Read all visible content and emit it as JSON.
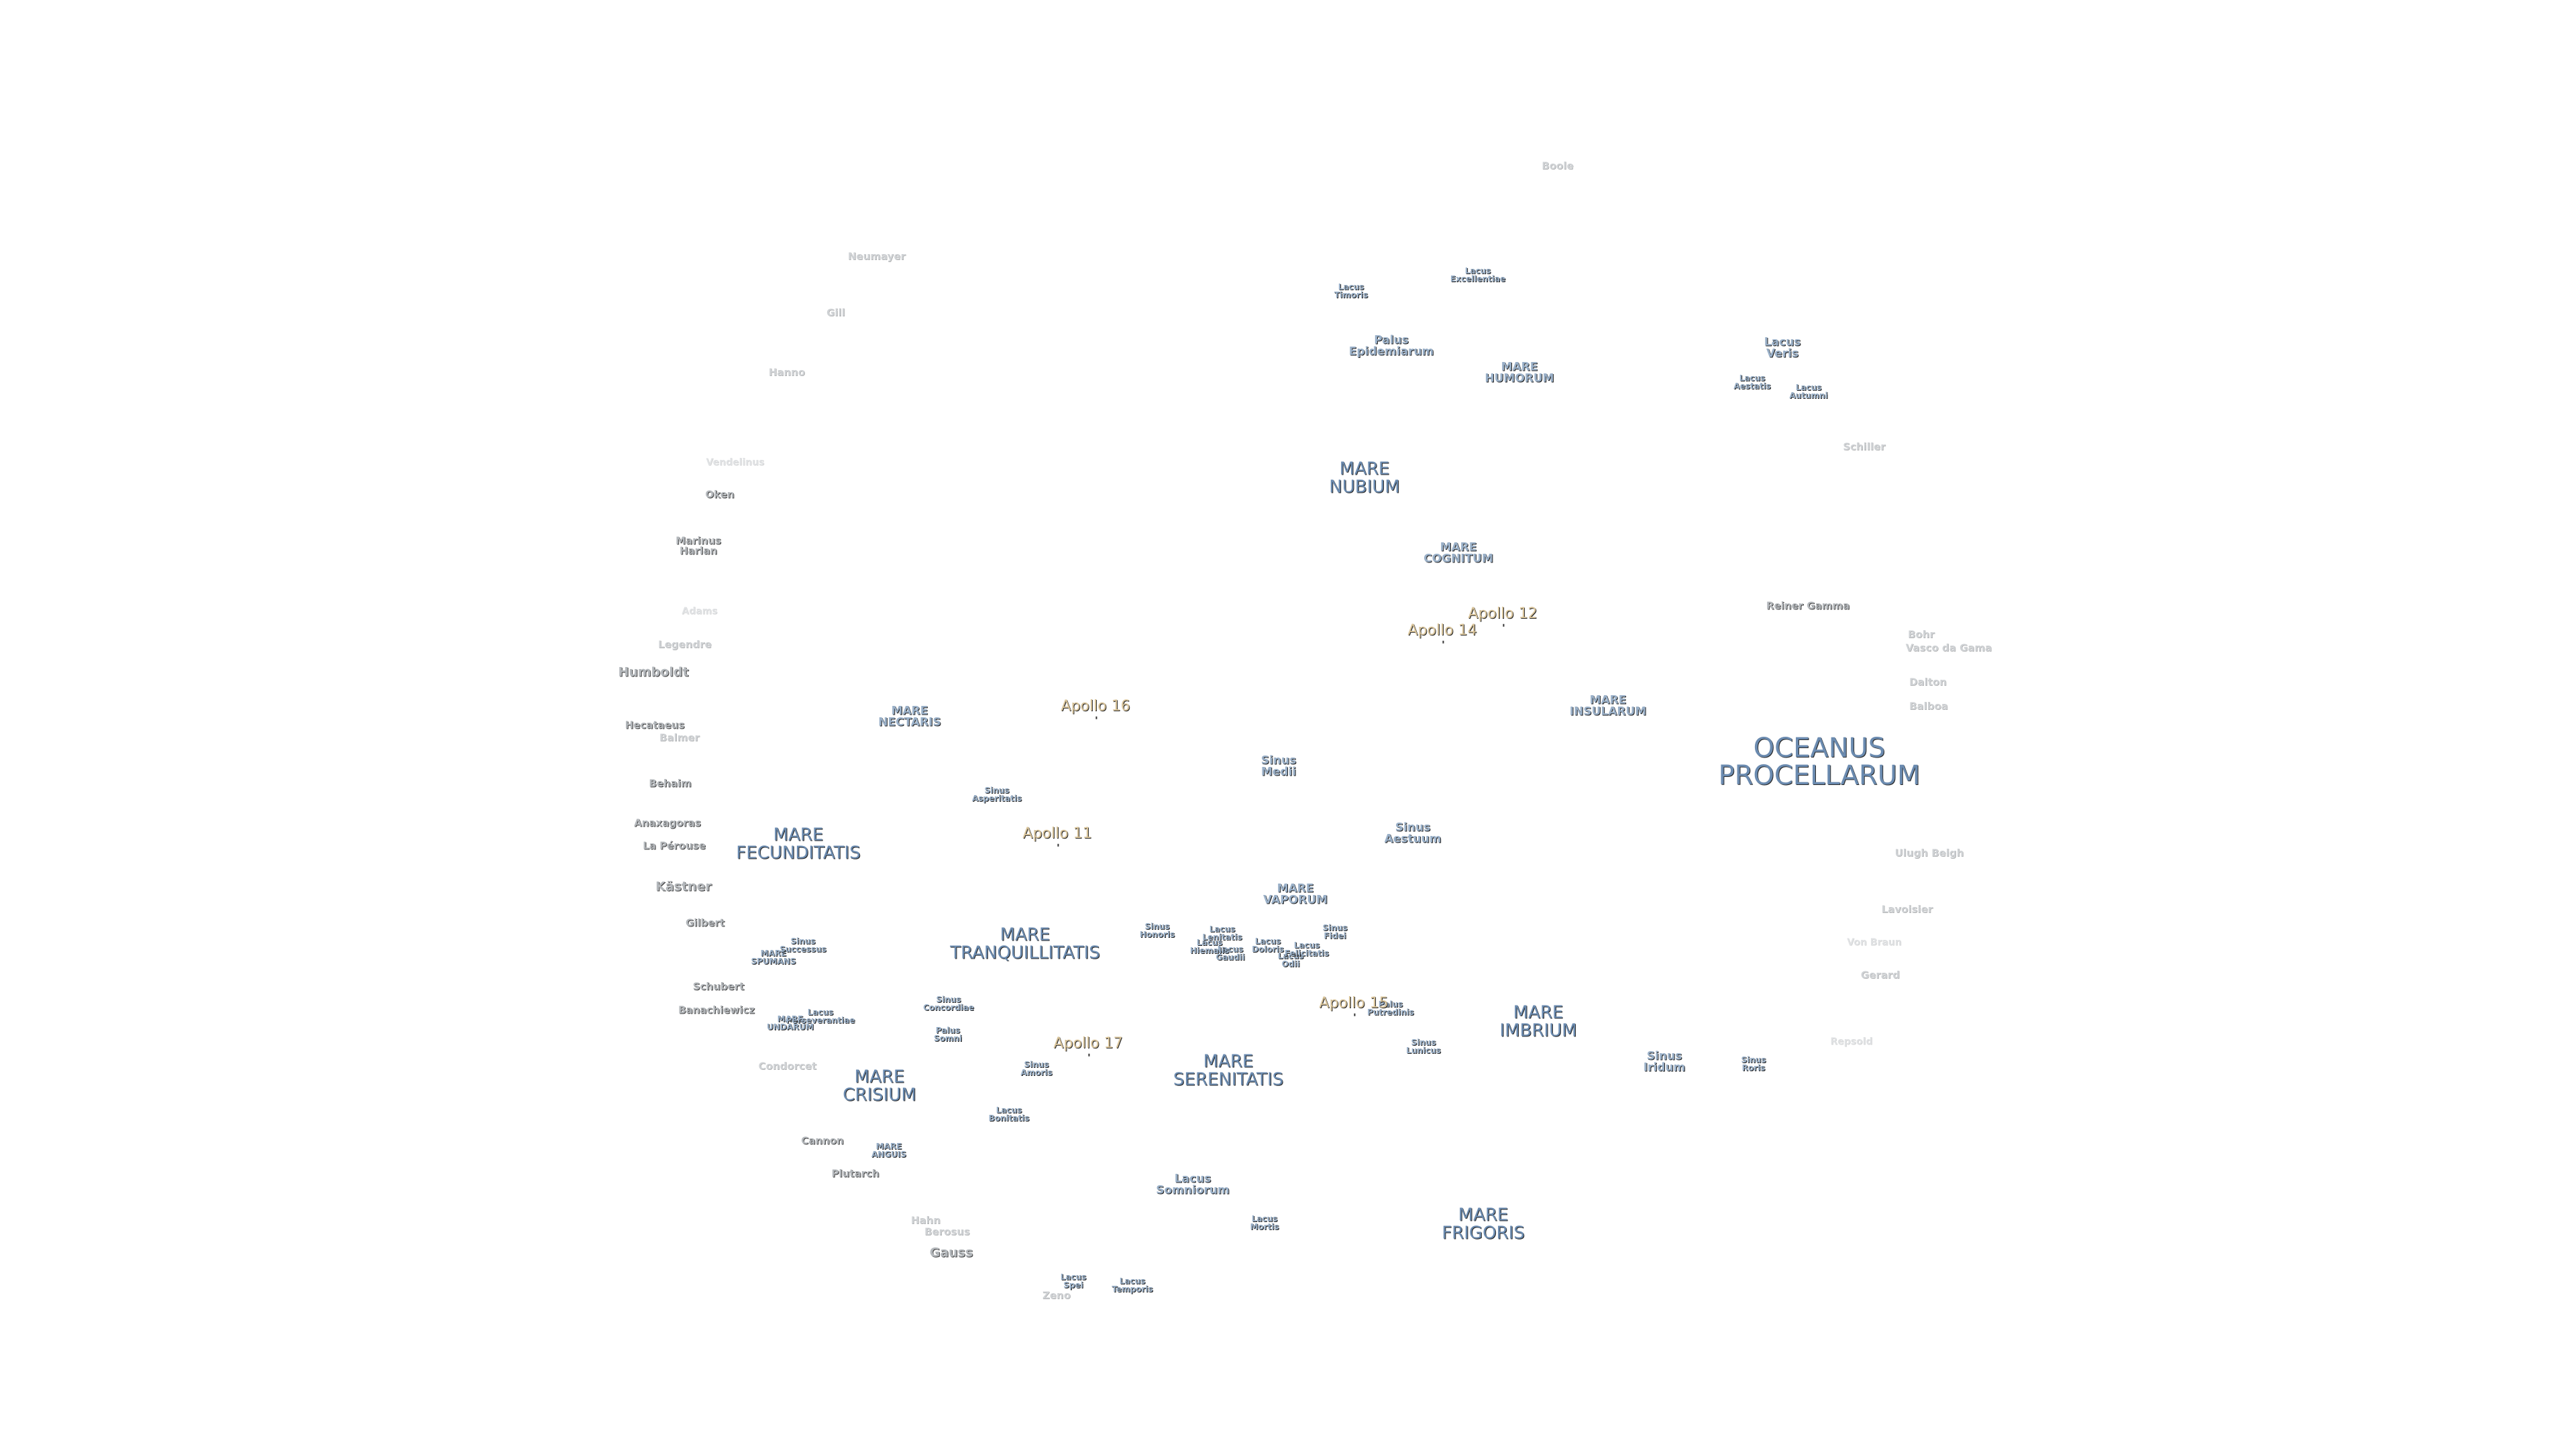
{
  "maria": [
    {
      "id": "oceanus-procellarum",
      "lines": [
        "OCEANUS",
        "PROCELLARUM"
      ]
    },
    {
      "id": "mare-imbrium",
      "lines": [
        "MARE",
        "IMBRIUM"
      ]
    },
    {
      "id": "mare-frigoris",
      "lines": [
        "MARE",
        "FRIGORIS"
      ]
    },
    {
      "id": "mare-serenitatis",
      "lines": [
        "MARE",
        "SERENITATIS"
      ]
    },
    {
      "id": "mare-tranquillitatis",
      "lines": [
        "MARE",
        "TRANQUILLITATIS"
      ]
    },
    {
      "id": "mare-fecunditatis",
      "lines": [
        "MARE",
        "FECUNDITATIS"
      ]
    },
    {
      "id": "mare-crisium",
      "lines": [
        "MARE",
        "CRISIUM"
      ]
    },
    {
      "id": "mare-nubium",
      "lines": [
        "MARE",
        "NUBIUM"
      ]
    },
    {
      "id": "mare-humorum",
      "lines": [
        "MARE",
        "HUMORUM"
      ]
    },
    {
      "id": "mare-insularum",
      "lines": [
        "MARE",
        "INSULARUM"
      ]
    },
    {
      "id": "mare-cognitum",
      "lines": [
        "MARE",
        "COGNITUM"
      ]
    },
    {
      "id": "mare-nectaris",
      "lines": [
        "MARE",
        "NECTARIS"
      ]
    },
    {
      "id": "mare-vaporum",
      "lines": [
        "MARE",
        "VAPORUM"
      ]
    },
    {
      "id": "mare-spumans",
      "lines": [
        "MARE",
        "SPUMANS"
      ]
    },
    {
      "id": "mare-undarum",
      "lines": [
        "MARE",
        "UNDARUM"
      ]
    },
    {
      "id": "mare-anguis",
      "lines": [
        "MARE",
        "ANGUIS"
      ]
    }
  ],
  "minor_features": [
    {
      "id": "lacus-veris",
      "lines": [
        "Lacus",
        "Veris"
      ],
      "size": "minor"
    },
    {
      "id": "lacus-somniorum",
      "lines": [
        "Lacus",
        "Somniorum"
      ],
      "size": "minor"
    },
    {
      "id": "palus-epidemiarum",
      "lines": [
        "Palus",
        "Epidemiarum"
      ],
      "size": "minor"
    },
    {
      "id": "sinus-medii",
      "lines": [
        "Sinus",
        "Medii"
      ],
      "size": "minor"
    },
    {
      "id": "sinus-aestuum",
      "lines": [
        "Sinus",
        "Aestuum"
      ],
      "size": "minor"
    },
    {
      "id": "sinus-iridum",
      "lines": [
        "Sinus",
        "Iridum"
      ],
      "size": "minor"
    },
    {
      "id": "lacus-timoris",
      "lines": [
        "Lacus",
        "Timoris"
      ],
      "size": "tiny"
    },
    {
      "id": "lacus-excellentiae",
      "lines": [
        "Lacus",
        "Excellentiae"
      ],
      "size": "tiny"
    },
    {
      "id": "lacus-autumni",
      "lines": [
        "Lacus",
        "Autumni"
      ],
      "size": "tiny"
    },
    {
      "id": "lacus-aestatis",
      "lines": [
        "Lacus",
        "Aestatis"
      ],
      "size": "tiny"
    },
    {
      "id": "sinus-asperitatis",
      "lines": [
        "Sinus",
        "Asperitatis"
      ],
      "size": "tiny"
    },
    {
      "id": "sinus-roris",
      "lines": [
        "Sinus",
        "Roris"
      ],
      "size": "tiny"
    },
    {
      "id": "sinus-lunicus",
      "lines": [
        "Sinus",
        "Lunicus"
      ],
      "size": "tiny"
    },
    {
      "id": "palus-putredinis",
      "lines": [
        "Palus",
        "Putredinis"
      ],
      "size": "tiny"
    },
    {
      "id": "sinus-fidei",
      "lines": [
        "Sinus",
        "Fidei"
      ],
      "size": "tiny"
    },
    {
      "id": "sinus-honoris",
      "lines": [
        "Sinus",
        "Honoris"
      ],
      "size": "tiny"
    },
    {
      "id": "lacus-doloris",
      "lines": [
        "Lacus",
        "Doloris"
      ],
      "size": "tiny"
    },
    {
      "id": "lacus-gaudii",
      "lines": [
        "Lacus",
        "Gaudii"
      ],
      "size": "tiny"
    },
    {
      "id": "lacus-lenitatis",
      "lines": [
        "Lacus",
        "Lenitatis"
      ],
      "size": "tiny"
    },
    {
      "id": "lacus-hiemalis",
      "lines": [
        "Lacus",
        "Hiemalis"
      ],
      "size": "tiny"
    },
    {
      "id": "lacus-odii",
      "lines": [
        "Lacus",
        "Odii"
      ],
      "size": "tiny"
    },
    {
      "id": "lacus-felicitatis",
      "lines": [
        "Lacus",
        "Felicitatis"
      ],
      "size": "tiny"
    },
    {
      "id": "sinus-successus",
      "lines": [
        "Sinus",
        "Successus"
      ],
      "size": "tiny"
    },
    {
      "id": "lacus-perseverantiae",
      "lines": [
        "Lacus",
        "Perseverantiae"
      ],
      "size": "tiny"
    },
    {
      "id": "sinus-concordiae",
      "lines": [
        "Sinus",
        "Concordiae"
      ],
      "size": "tiny"
    },
    {
      "id": "palus-somni",
      "lines": [
        "Palus",
        "Somni"
      ],
      "size": "tiny"
    },
    {
      "id": "sinus-amoris",
      "lines": [
        "Sinus",
        "Amoris"
      ],
      "size": "tiny"
    },
    {
      "id": "lacus-bonitatis",
      "lines": [
        "Lacus",
        "Bonitatis"
      ],
      "size": "tiny"
    },
    {
      "id": "lacus-mortis",
      "lines": [
        "Lacus",
        "Mortis"
      ],
      "size": "tiny"
    },
    {
      "id": "lacus-spei",
      "lines": [
        "Lacus",
        "Spei"
      ],
      "size": "tiny"
    },
    {
      "id": "lacus-temporis",
      "lines": [
        "Lacus",
        "Temporis"
      ],
      "size": "tiny"
    }
  ],
  "apollo_sites": [
    {
      "id": "apollo-11",
      "label": "Apollo 11"
    },
    {
      "id": "apollo-12",
      "label": "Apollo 12"
    },
    {
      "id": "apollo-14",
      "label": "Apollo 14"
    },
    {
      "id": "apollo-15",
      "label": "Apollo 15"
    },
    {
      "id": "apollo-16",
      "label": "Apollo 16"
    },
    {
      "id": "apollo-17",
      "label": "Apollo 17"
    }
  ],
  "craters": [
    {
      "id": "reiner-gamma",
      "label": "Reiner Gamma",
      "style": "crater"
    },
    {
      "id": "humboldt",
      "label": "Humboldt",
      "style": "crater-big"
    },
    {
      "id": "gauss",
      "label": "Gauss",
      "style": "crater-big"
    },
    {
      "id": "hecataeus",
      "label": "Hecataeus",
      "style": "crater"
    },
    {
      "id": "behaim",
      "label": "Behaim",
      "style": "crater"
    },
    {
      "id": "anaxagoras",
      "label": "Anaxagoras",
      "style": "crater"
    },
    {
      "id": "la-perouse",
      "label": "La Pérouse",
      "style": "crater"
    },
    {
      "id": "kastner",
      "label": "Kästner",
      "style": "crater-big"
    },
    {
      "id": "gilbert",
      "label": "Gilbert",
      "style": "crater"
    },
    {
      "id": "schubert",
      "label": "Schubert",
      "style": "crater"
    },
    {
      "id": "banachiewicz",
      "label": "Banachiewicz",
      "style": "crater"
    },
    {
      "id": "cannon",
      "label": "Cannon",
      "style": "crater"
    },
    {
      "id": "plutarch",
      "label": "Plutarch",
      "style": "crater"
    },
    {
      "id": "marinus-harlan",
      "lines": [
        "Marinus",
        "Harlan"
      ],
      "style": "crater"
    },
    {
      "id": "oken",
      "label": "Oken",
      "style": "crater"
    },
    {
      "id": "neumayer",
      "label": "Neumayer",
      "style": "crater-faint"
    },
    {
      "id": "hanno",
      "label": "Hanno",
      "style": "crater-faint"
    },
    {
      "id": "gill",
      "label": "Gill",
      "style": "crater-faint"
    },
    {
      "id": "legendre",
      "label": "Legendre",
      "style": "crater-faint"
    },
    {
      "id": "balmer",
      "label": "Balmer",
      "style": "crater-faint"
    },
    {
      "id": "condorcet",
      "label": "Condorcet",
      "style": "crater-faint"
    },
    {
      "id": "hahn",
      "label": "Hahn",
      "style": "crater-faint"
    },
    {
      "id": "berosus",
      "label": "Berosus",
      "style": "crater-faint"
    },
    {
      "id": "zeno",
      "label": "Zeno",
      "style": "crater-faint"
    },
    {
      "id": "boole",
      "label": "Boole",
      "style": "crater-faint"
    },
    {
      "id": "bohr",
      "label": "Bohr",
      "style": "crater-faint"
    },
    {
      "id": "vasco-da-gama",
      "label": "Vasco da Gama",
      "style": "crater-faint"
    },
    {
      "id": "dalton",
      "label": "Dalton",
      "style": "crater-faint"
    },
    {
      "id": "balboa",
      "label": "Balboa",
      "style": "crater-faint"
    },
    {
      "id": "ulugh-beigh",
      "label": "Ulugh Beigh",
      "style": "crater-faint"
    },
    {
      "id": "lavoisier",
      "label": "Lavoisier",
      "style": "crater-faint"
    },
    {
      "id": "gerard",
      "label": "Gerard",
      "style": "crater-faint"
    },
    {
      "id": "schiller",
      "label": "Schiller",
      "style": "crater-faint"
    },
    {
      "id": "adams",
      "label": "Adams",
      "style": "crater-vfaint"
    },
    {
      "id": "von-braun",
      "label": "Von Braun",
      "style": "crater-vfaint"
    },
    {
      "id": "repsold",
      "label": "Repsold",
      "style": "crater-vfaint"
    },
    {
      "id": "vendelinus",
      "label": "Vendelinus",
      "style": "crater-vfaint"
    }
  ]
}
